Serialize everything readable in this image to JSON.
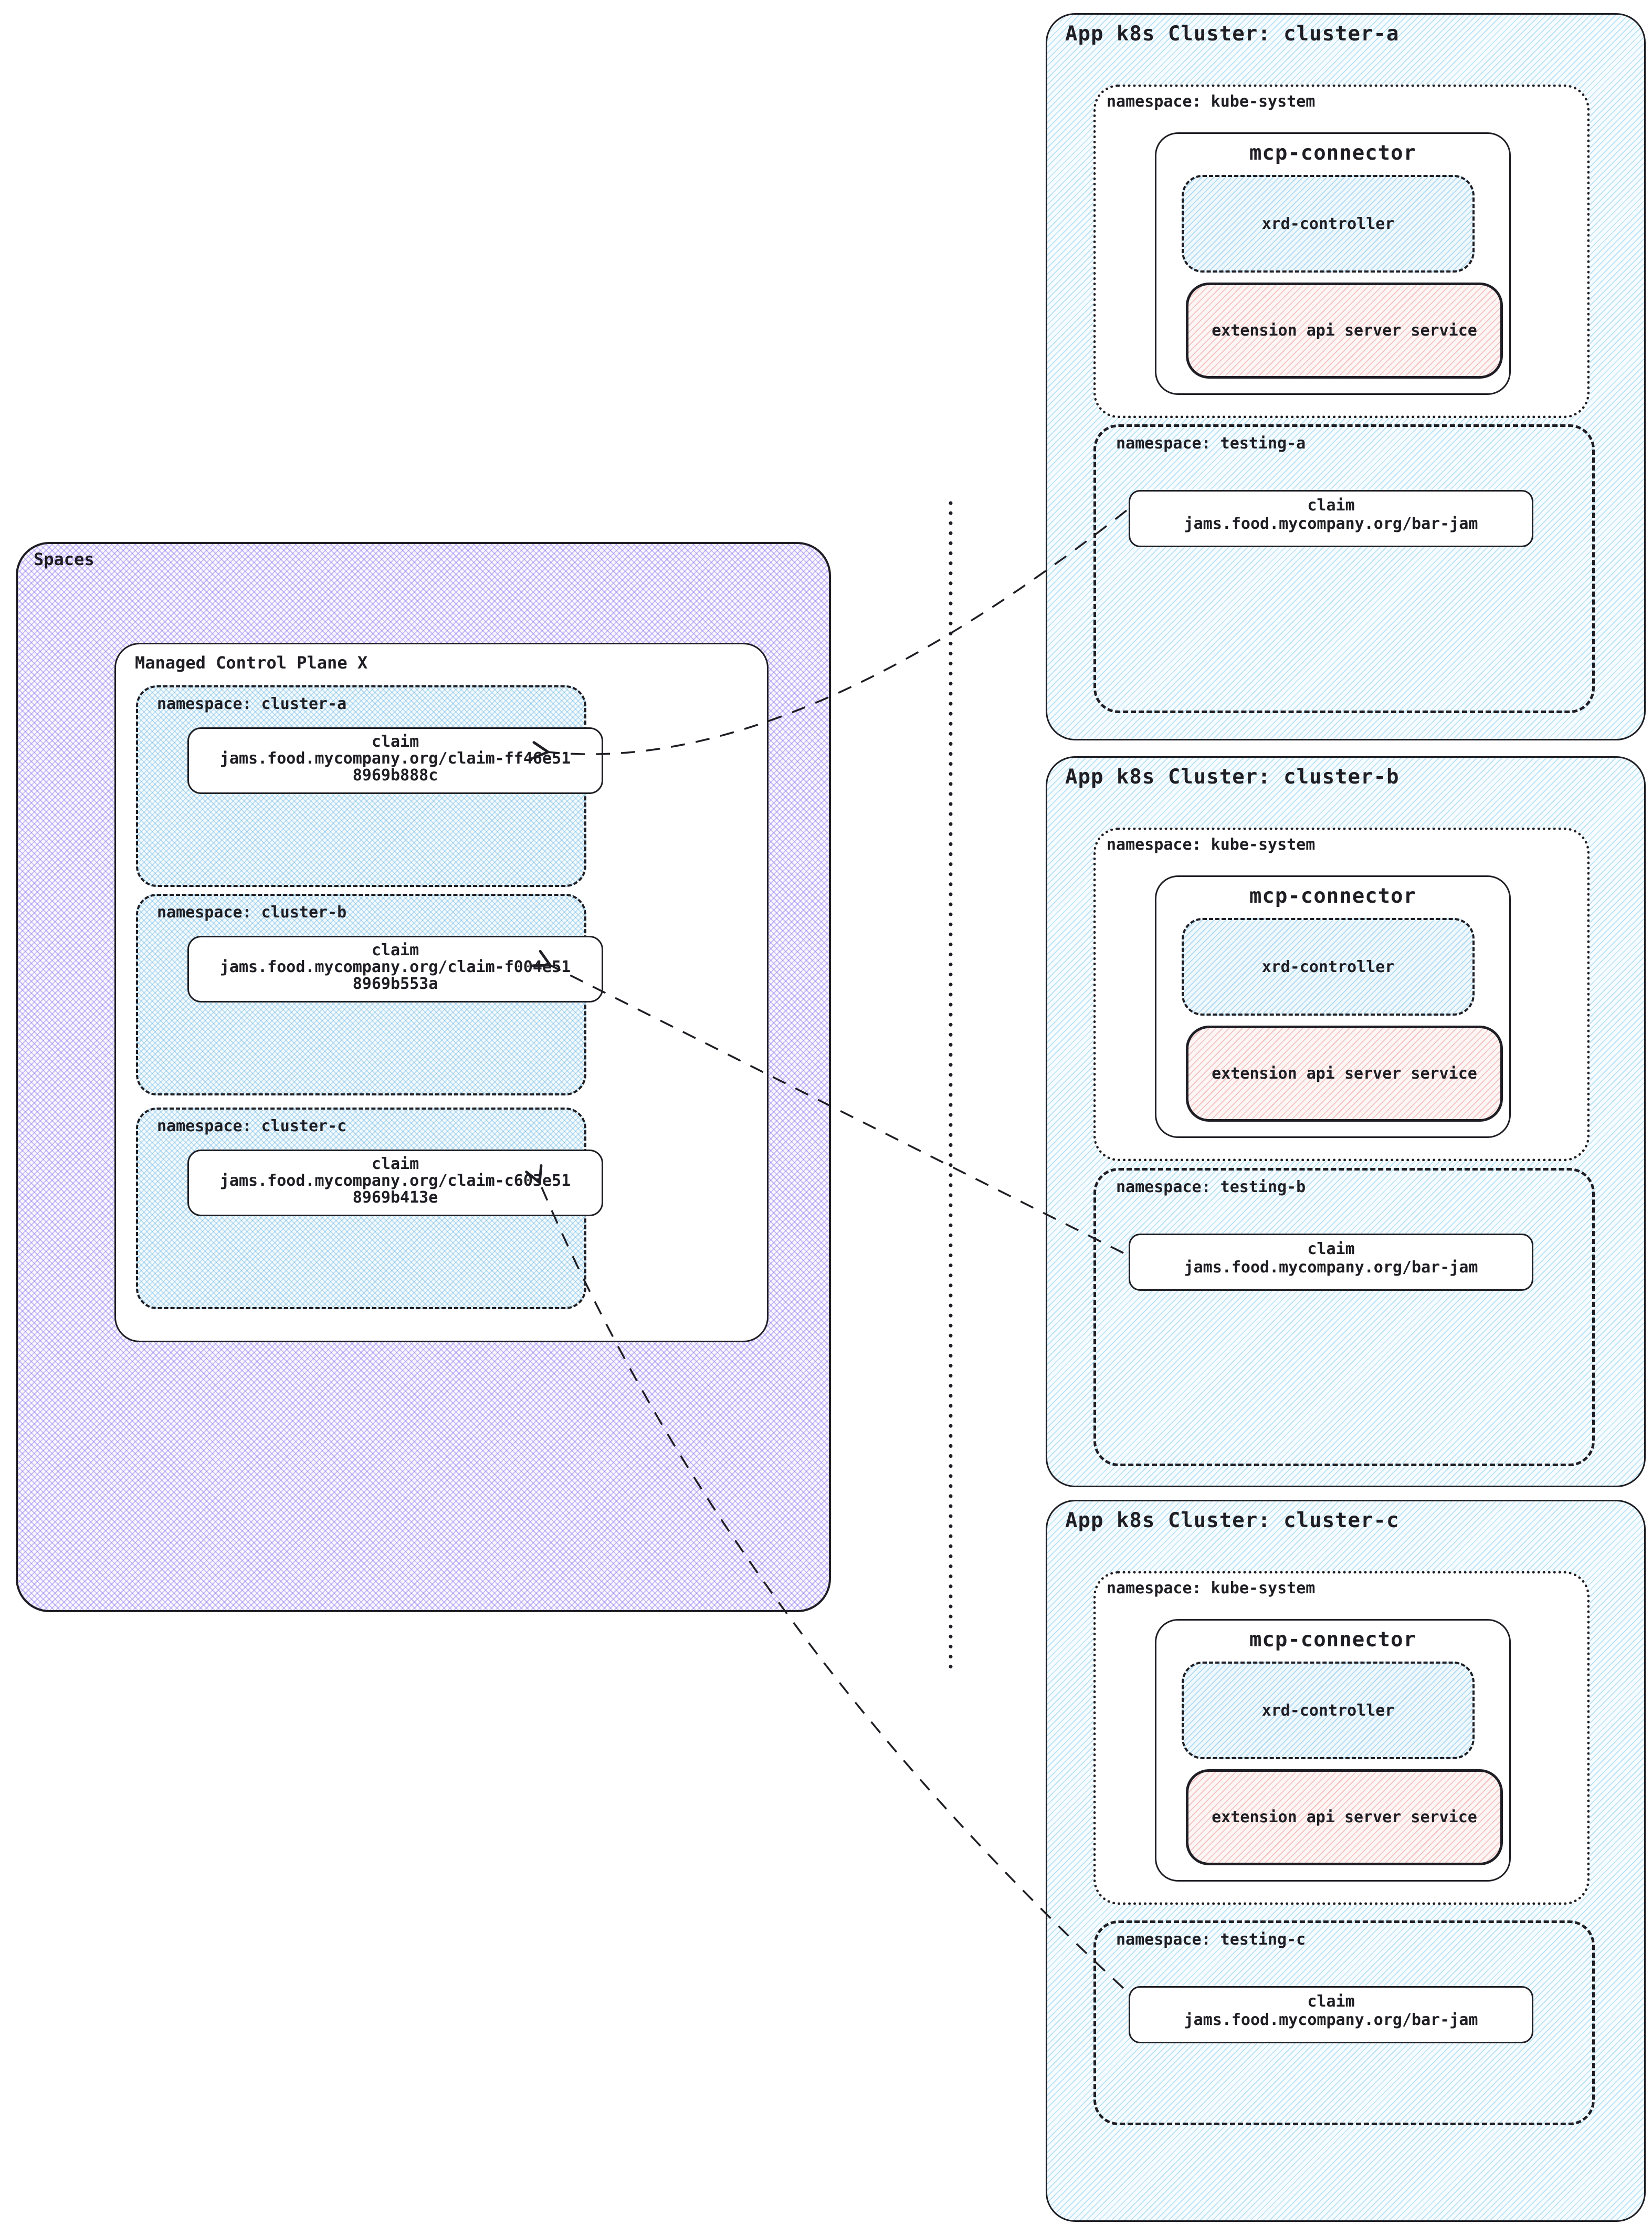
{
  "diagram": {
    "spaces": {
      "title": "Spaces",
      "control_plane": {
        "title": "Managed Control Plane X",
        "namespaces": [
          {
            "label": "namespace: cluster-a",
            "claim_title": "claim",
            "claim_name": "jams.food.mycompany.org/claim-ff46e518969b888c"
          },
          {
            "label": "namespace: cluster-b",
            "claim_title": "claim",
            "claim_name": "jams.food.mycompany.org/claim-f004e518969b553a"
          },
          {
            "label": "namespace: cluster-c",
            "claim_title": "claim",
            "claim_name": "jams.food.mycompany.org/claim-c603e518969b413e"
          }
        ]
      }
    },
    "clusters": [
      {
        "title": "App k8s Cluster: cluster-a",
        "kube_label": "namespace: kube-system",
        "mcp_title": "mcp-connector",
        "xrd_label": "xrd-controller",
        "ext_label": "extension api server service",
        "testing_label": "namespace: testing-a",
        "claim_title": "claim",
        "claim_name": "jams.food.mycompany.org/bar-jam"
      },
      {
        "title": "App k8s Cluster: cluster-b",
        "kube_label": "namespace: kube-system",
        "mcp_title": "mcp-connector",
        "xrd_label": "xrd-controller",
        "ext_label": "extension api server service",
        "testing_label": "namespace: testing-b",
        "claim_title": "claim",
        "claim_name": "jams.food.mycompany.org/bar-jam"
      },
      {
        "title": "App k8s Cluster: cluster-c",
        "kube_label": "namespace: kube-system",
        "mcp_title": "mcp-connector",
        "xrd_label": "xrd-controller",
        "ext_label": "extension api server service",
        "testing_label": "namespace: testing-c",
        "claim_title": "claim",
        "claim_name": "jams.food.mycompany.org/bar-jam"
      }
    ],
    "colors": {
      "ink": "#1e1e24",
      "purple_hatch": "#846aec",
      "blue_hatch": "#60afe0",
      "cyan_hatch": "#78c5eb",
      "red_hatch": "#e47876"
    }
  }
}
